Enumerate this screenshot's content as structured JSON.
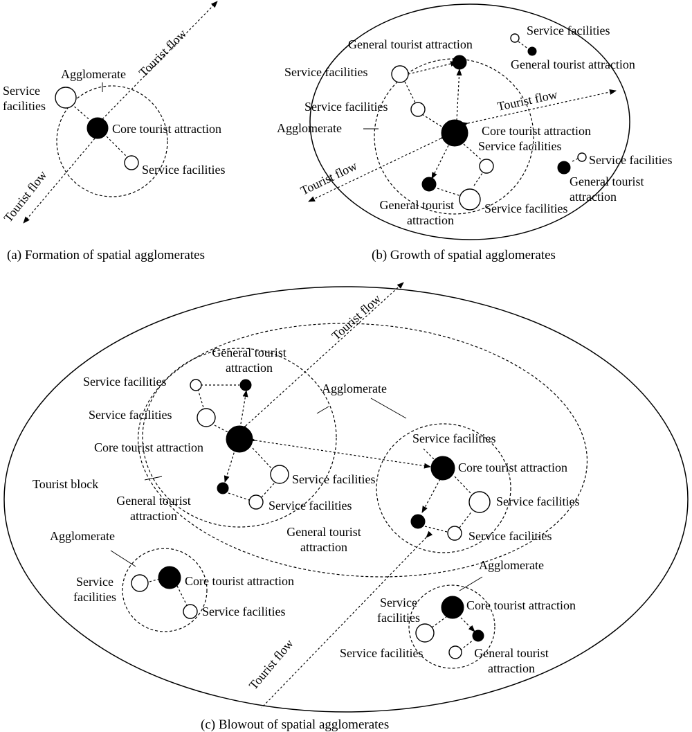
{
  "panel_a": {
    "caption": "(a) Formation of spatial agglomerates",
    "agglomerate": "Agglomerate",
    "service_facilities_1": "Service facilities",
    "core_tourist_attraction": "Core tourist attraction",
    "service_facilities_2": "Service facilities",
    "tourist_flow_upper": "Tourist flow",
    "tourist_flow_lower": "Tourist flow"
  },
  "panel_b": {
    "caption": "(b) Growth of spatial agglomerates",
    "general_attraction_top": "General tourist attraction",
    "service_facilities_top_left": "Service facilities",
    "service_facilities_inner_left": "Service facilities",
    "agglomerate": "Agglomerate",
    "core_tourist_attraction": "Core tourist attraction",
    "service_facilities_center_right": "Service facilities",
    "general_attraction_bottom": "General tourist attraction",
    "service_facilities_bottom": "Service facilities",
    "tourist_flow_right": "Tourist flow",
    "tourist_flow_left": "Tourist flow",
    "outside_service_facilities_top": "Service facilities",
    "outside_general_attraction_top": "General tourist attraction",
    "outside_service_facilities_right": "Service facilities",
    "outside_general_attraction_right": "General tourist attraction"
  },
  "panel_c": {
    "caption": "(c) Blowout of spatial agglomerates",
    "tourist_block": "Tourist block",
    "tourist_flow_top": "Tourist flow",
    "tourist_flow_bottom": "Tourist flow",
    "left_cluster": {
      "general_attraction_top": "General tourist attraction",
      "service_facilities_1": "Service facilities",
      "service_facilities_2": "Service facilities",
      "core_tourist_attraction": "Core tourist attraction",
      "service_facilities_3": "Service facilities",
      "service_facilities_4": "Service facilities",
      "general_attraction_bottom": "General tourist attraction"
    },
    "agglomerate_mid": "Agglomerate",
    "general_attraction_block": "General tourist attraction",
    "right_cluster": {
      "service_facilities_1": "Service facilities",
      "core_tourist_attraction": "Core tourist attraction",
      "service_facilities_2": "Service facilities",
      "service_facilities_3": "Service facilities"
    },
    "bottom_left_cluster": {
      "agglomerate": "Agglomerate",
      "service_facilities_1": "Service facilities",
      "core_tourist_attraction": "Core tourist attraction",
      "service_facilities_2": "Service facilities"
    },
    "bottom_right_cluster": {
      "agglomerate": "Agglomerate",
      "service_facilities_1": "Service facilities",
      "core_tourist_attraction": "Core tourist attraction",
      "service_facilities_2": "Service facilities",
      "general_attraction": "General tourist attraction"
    }
  }
}
